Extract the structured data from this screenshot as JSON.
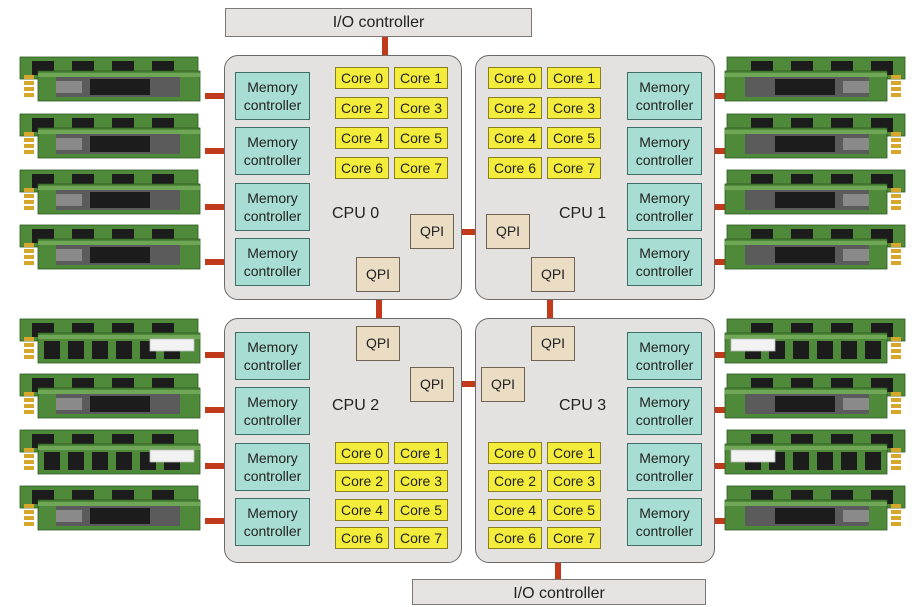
{
  "io_top": {
    "label": "I/O controller"
  },
  "io_bottom": {
    "label": "I/O controller"
  },
  "qpi_label": "QPI",
  "memory_controller_label": "Memory controller",
  "cpus": [
    {
      "name": "CPU 0",
      "cores": [
        "Core 0",
        "Core 1",
        "Core 2",
        "Core 3",
        "Core 4",
        "Core 5",
        "Core 6",
        "Core 7"
      ]
    },
    {
      "name": "CPU 1",
      "cores": [
        "Core 0",
        "Core 1",
        "Core 2",
        "Core 3",
        "Core 4",
        "Core 5",
        "Core 6",
        "Core 7"
      ]
    },
    {
      "name": "CPU 2",
      "cores": [
        "Core 0",
        "Core 1",
        "Core 2",
        "Core 3",
        "Core 4",
        "Core 5",
        "Core 6",
        "Core 7"
      ]
    },
    {
      "name": "CPU 3",
      "cores": [
        "Core 0",
        "Core 1",
        "Core 2",
        "Core 3",
        "Core 4",
        "Core 5",
        "Core 6",
        "Core 7"
      ]
    }
  ],
  "colors": {
    "wire": "#c23a1c",
    "cpu_fill": "#e4e2e0",
    "memory_controller_fill": "#a8ddd3",
    "core_fill": "#f3ec3a",
    "qpi_fill": "#ebdcc4",
    "io_fill": "#e6e3e0",
    "dimm_board": "#4f8a3a",
    "dimm_chip": "#1c1c1c",
    "dimm_contacts": "#d6a72a"
  }
}
